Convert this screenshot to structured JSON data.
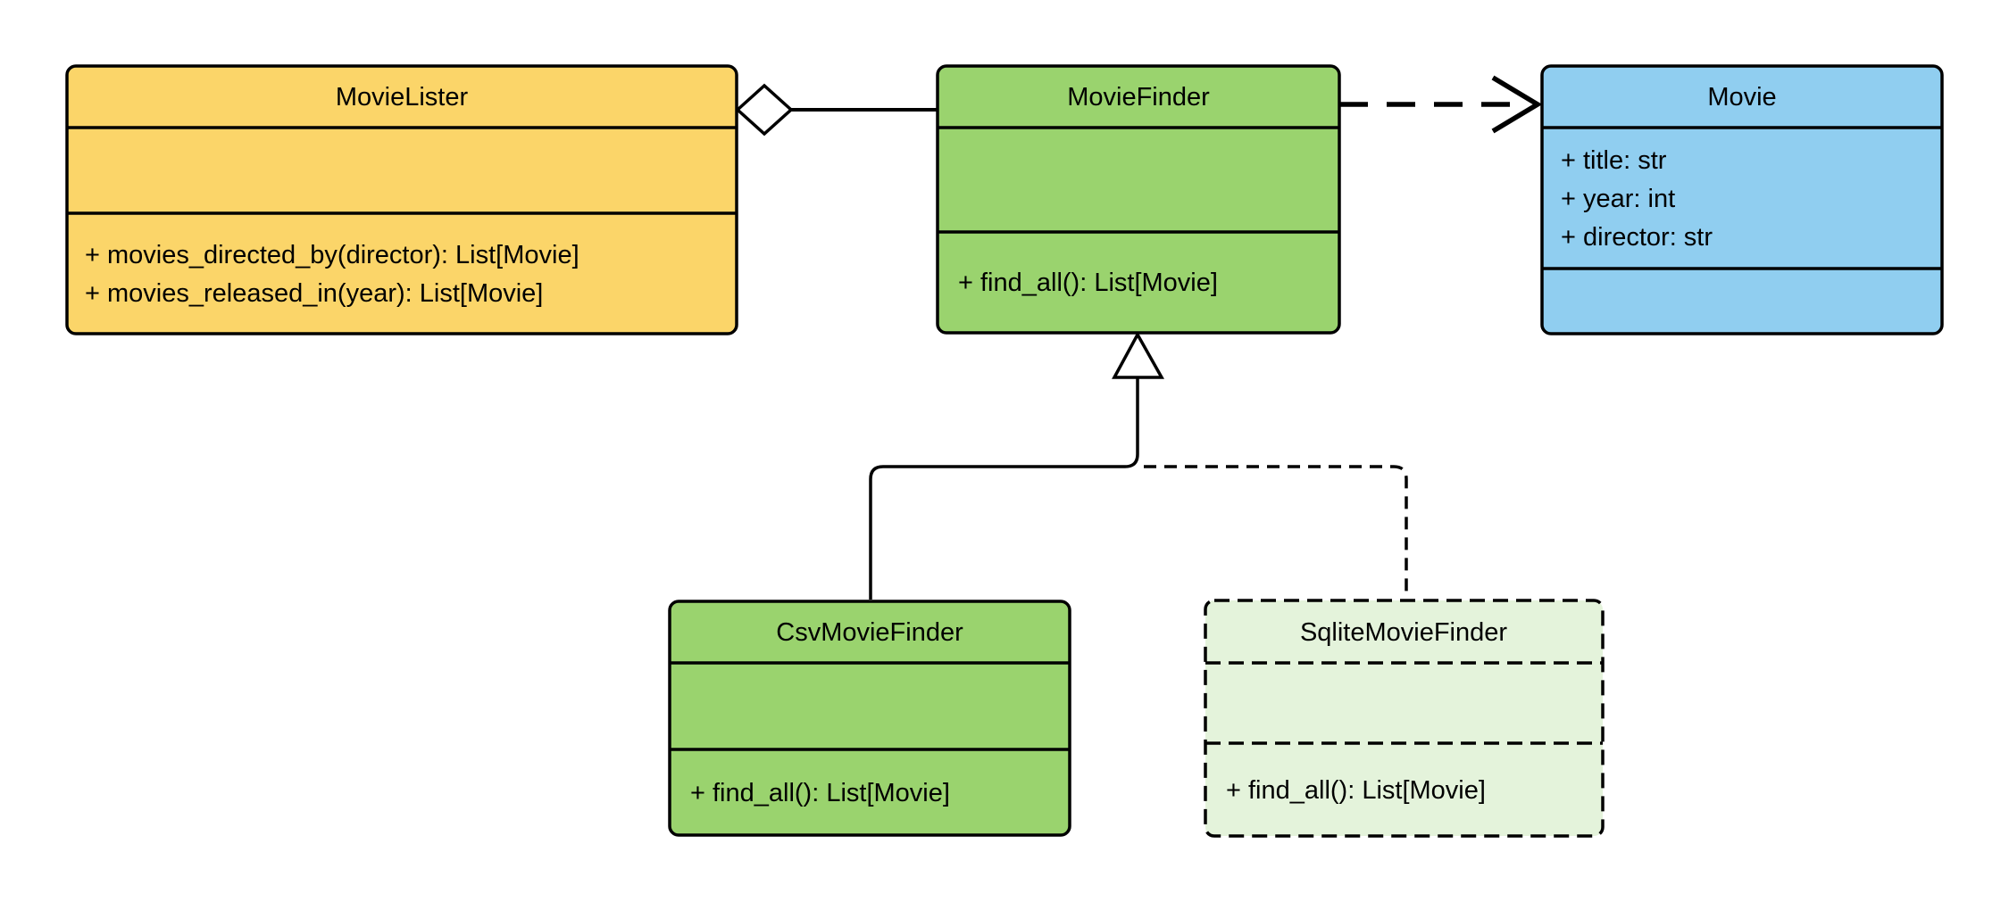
{
  "diagram": {
    "title": "MovieLister UML class diagram",
    "background_color": "#FFFFFF",
    "line_color": "#000000",
    "text_color": "#000000",
    "classes": [
      {
        "name": "MovieLister",
        "fill": "#FBD569",
        "border_style": "solid",
        "attributes": [],
        "methods": [
          "+ movies_directed_by(director): List[Movie]",
          "+ movies_released_in(year): List[Movie]"
        ]
      },
      {
        "name": "MovieFinder",
        "fill": "#9AD36E",
        "border_style": "solid",
        "attributes": [],
        "methods": [
          "+ find_all(): List[Movie]"
        ]
      },
      {
        "name": "Movie",
        "fill": "#90CEF0",
        "border_style": "solid",
        "attributes": [
          "+ title: str",
          "+ year: int",
          "+ director: str"
        ],
        "methods": []
      },
      {
        "name": "CsvMovieFinder",
        "fill": "#9AD36E",
        "border_style": "solid",
        "attributes": [],
        "methods": [
          "+ find_all(): List[Movie]"
        ]
      },
      {
        "name": "SqliteMovieFinder",
        "fill": "#E4F3DB",
        "border_style": "dashed",
        "attributes": [],
        "methods": [
          "+ find_all(): List[Movie]"
        ]
      }
    ],
    "relationships": [
      {
        "from": "MovieLister",
        "to": "MovieFinder",
        "type": "aggregation",
        "line": "solid",
        "marker": "open-diamond"
      },
      {
        "from": "MovieFinder",
        "to": "Movie",
        "type": "dependency",
        "line": "dashed",
        "marker": "open-arrow"
      },
      {
        "from": "CsvMovieFinder",
        "to": "MovieFinder",
        "type": "inheritance",
        "line": "solid",
        "marker": "hollow-triangle"
      },
      {
        "from": "SqliteMovieFinder",
        "to": "MovieFinder",
        "type": "inheritance",
        "line": "dashed",
        "marker": "hollow-triangle"
      }
    ]
  }
}
